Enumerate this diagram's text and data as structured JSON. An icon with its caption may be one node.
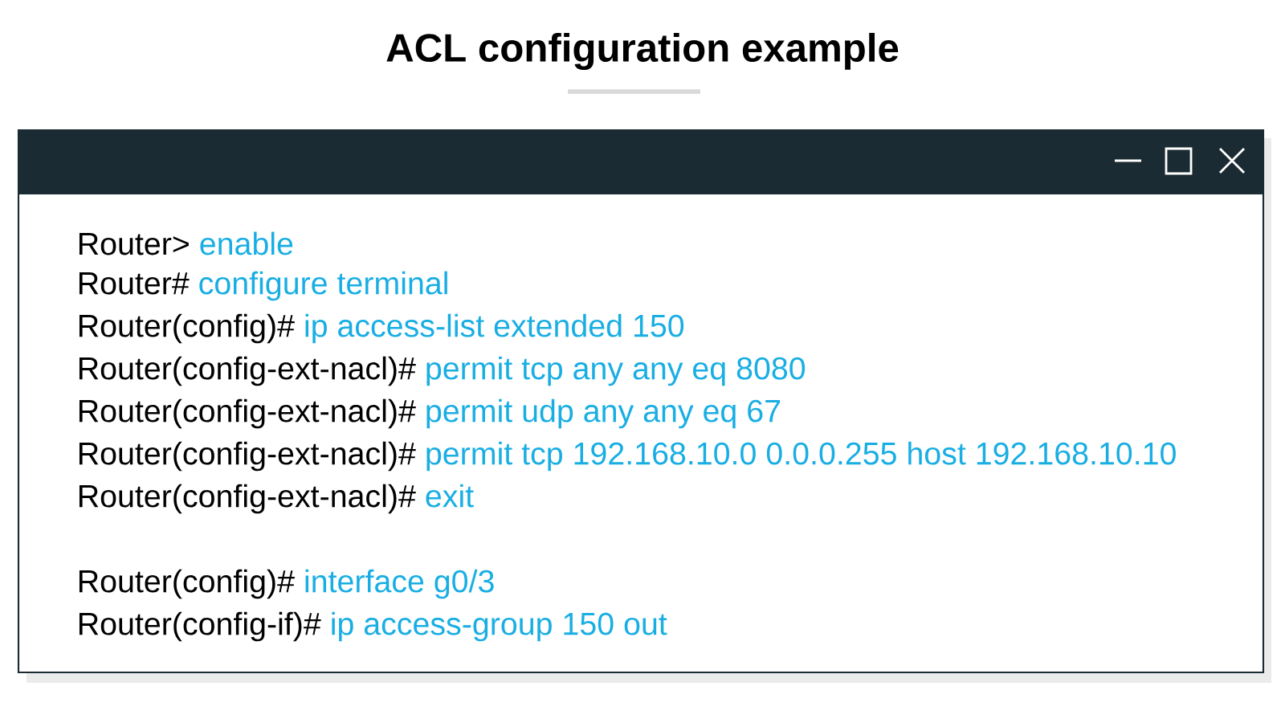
{
  "diagram": {
    "title": "ACL configuration example",
    "labels": [
      "Router>",
      "enable",
      "Router#",
      "configure terminal",
      "Router(config)#",
      "ip access-list extended 150",
      "Router(config-ext-nacl)#",
      "permit tcp any any eq 8080",
      "Router(config-ext-nacl)#",
      "permit udp any any eq 67",
      "Router(config-ext-nacl)#",
      "permit tcp 192.168.10.0 0.0.0.255 host 192.168.10.10",
      "Router(config-ext-nacl)#",
      "exit",
      "Router(config)#",
      "interface g0/3",
      "Router(config-if)#",
      "ip access-group 150 out"
    ]
  }
}
